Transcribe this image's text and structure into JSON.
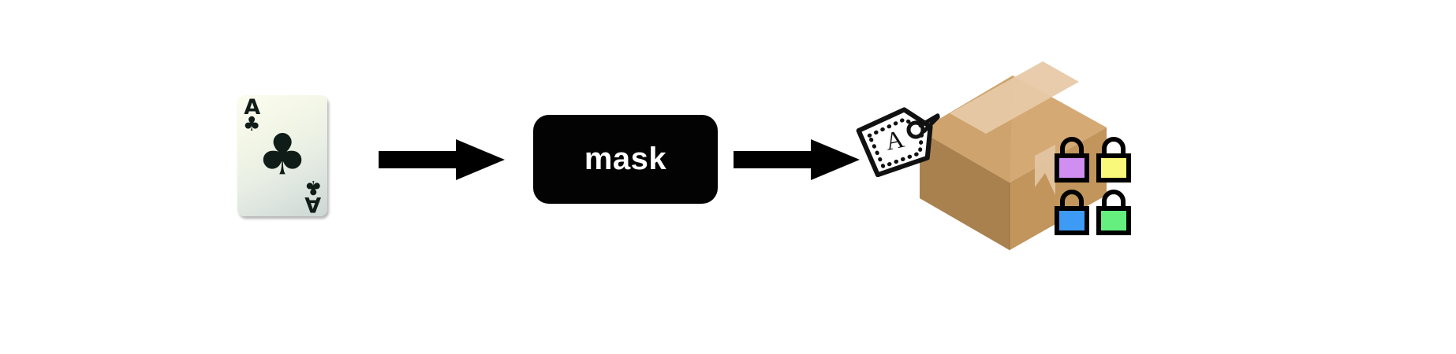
{
  "diagram": {
    "title": "mask pipeline",
    "background_color": "#ffffff",
    "flow": [
      "ace-of-clubs-card",
      "arrow",
      "mask-operation",
      "arrow",
      "tagged-sealed-box"
    ]
  },
  "card": {
    "rank": "A",
    "suit_glyph": "♣",
    "suit_name": "clubs",
    "name": "Ace of Clubs",
    "ink_color": "#101c18",
    "face_color": "#f2f5e8"
  },
  "arrows": [
    {
      "name": "arrow-card-to-mask",
      "direction": "right",
      "color": "#000000"
    },
    {
      "name": "arrow-mask-to-box",
      "direction": "right",
      "color": "#000000"
    }
  ],
  "mask": {
    "label": "mask",
    "background_color": "#030303",
    "text_color": "#ffffff"
  },
  "tag": {
    "letter": "A",
    "outline_color": "#111111",
    "fill_color": "#ffffff",
    "border_style": "dotted"
  },
  "parcel": {
    "name": "cardboard-box",
    "top_color": "#d3a873",
    "front_color": "#a67c48",
    "side_color": "#c09558",
    "tape_color": "#e7c6a0"
  },
  "locks": [
    {
      "name": "lock-purple",
      "color": "#cf8ef0",
      "row": 1,
      "col": 1
    },
    {
      "name": "lock-yellow",
      "color": "#f9f87a",
      "row": 1,
      "col": 2
    },
    {
      "name": "lock-blue",
      "color": "#3d9bf5",
      "row": 2,
      "col": 1
    },
    {
      "name": "lock-green",
      "color": "#64ef7f",
      "row": 2,
      "col": 2
    }
  ],
  "lock_outline_color": "#000000"
}
